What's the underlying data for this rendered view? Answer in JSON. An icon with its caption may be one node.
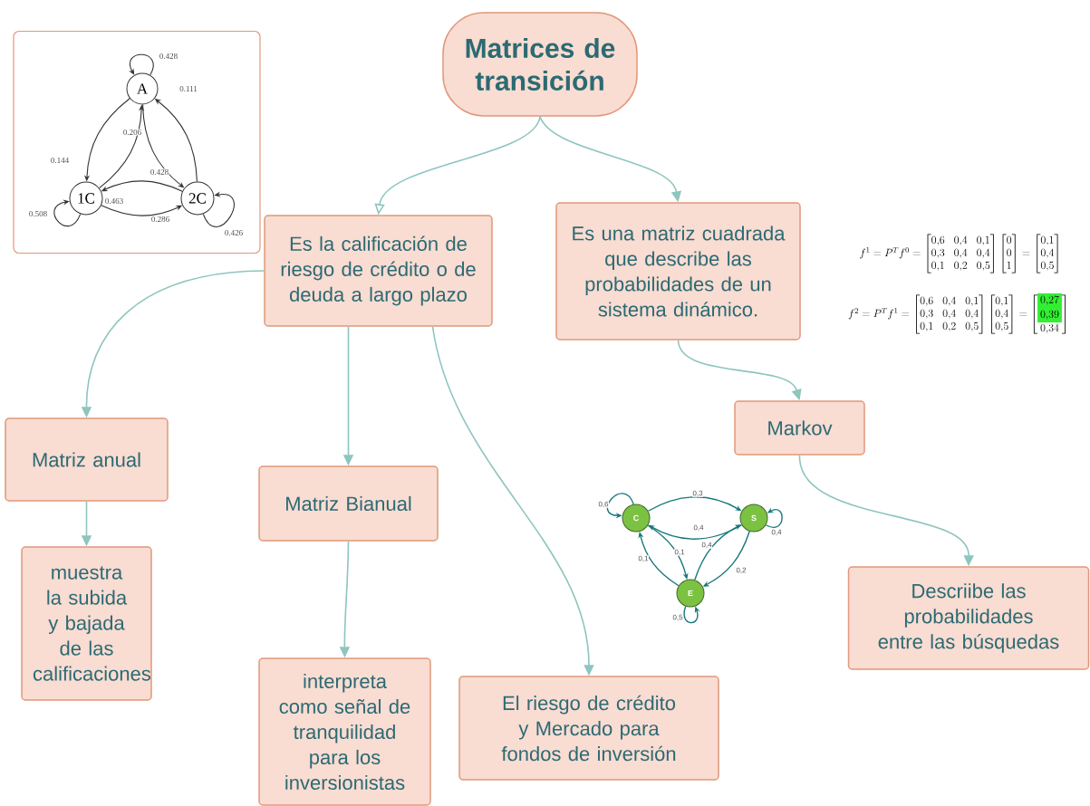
{
  "diagram": {
    "nodes": [
      {
        "text": [
          "Matrices de transición"
        ]
      },
      {
        "text": [
          "Es la calificación de riesgo de crédito o de deuda a largo plazo"
        ]
      },
      {
        "text": [
          "Es una matriz cuadrada que describe las probabilidades de un sistema dinámico."
        ]
      },
      {
        "text": [
          "Matriz anual"
        ]
      },
      {
        "text": [
          "Matriz Bianual"
        ]
      },
      {
        "text": [
          "muestra la subida y bajada de las calificaciones"
        ]
      },
      {
        "text": [
          "interpreta como señal de tranquilidad para los inversionistas"
        ]
      },
      {
        "text": [
          "El riesgo de crédito y Mercado para fondos de inversión"
        ]
      },
      {
        "text": [
          "Markov"
        ]
      },
      {
        "text": [
          "Descriibe las probabilidades entre las búsquedas"
        ]
      },
      {
        "text": [],
        "shape": "box"
      },
      {
        "text": [
          "A"
        ],
        "in": 10
      },
      {
        "text": [
          "1C"
        ],
        "in": 10
      },
      {
        "text": [
          "2C"
        ],
        "in": 10
      },
      {
        "text": [
          "C"
        ]
      },
      {
        "text": [
          "S"
        ]
      },
      {
        "text": [
          "E"
        ]
      }
    ],
    "edges": [
      {
        "from": 0,
        "to": 1,
        "arrow": "to"
      },
      {
        "from": 0,
        "to": 2,
        "arrow": "to"
      },
      {
        "from": 1,
        "to": 3,
        "arrow": "to"
      },
      {
        "from": 1,
        "to": 4,
        "arrow": "to"
      },
      {
        "from": 1,
        "to": 7,
        "arrow": "to"
      },
      {
        "from": 3,
        "to": 5,
        "arrow": "to"
      },
      {
        "from": 4,
        "to": 6,
        "arrow": "to"
      },
      {
        "from": 2,
        "to": 8,
        "arrow": "to"
      },
      {
        "from": 8,
        "to": 9,
        "arrow": "to"
      },
      {
        "from": 11,
        "to": 11,
        "arrow": "to",
        "label": "0.428",
        "color": "#333333"
      },
      {
        "from": 11,
        "to": 13,
        "arrow": "to",
        "label": "0.428",
        "color": "#333333"
      },
      {
        "from": 13,
        "to": 11,
        "arrow": "to",
        "label": "0.111",
        "color": "#333333"
      },
      {
        "from": 11,
        "to": 12,
        "arrow": "to",
        "label": "0.144",
        "color": "#333333"
      },
      {
        "from": 12,
        "to": 11,
        "arrow": "to",
        "label": "0.206",
        "color": "#333333"
      },
      {
        "from": 13,
        "to": 12,
        "arrow": "to",
        "label": "0.463",
        "color": "#333333"
      },
      {
        "from": 12,
        "to": 13,
        "arrow": "to",
        "label": "0.286",
        "color": "#333333"
      },
      {
        "from": 12,
        "to": 12,
        "arrow": "to",
        "label": "0.508",
        "color": "#333333"
      },
      {
        "from": 13,
        "to": 13,
        "arrow": "to",
        "label": "0.426",
        "color": "#333333"
      },
      {
        "from": 14,
        "to": 14,
        "arrow": "to",
        "label": "0,6",
        "color": "#17777a"
      },
      {
        "from": 14,
        "to": 15,
        "arrow": "to",
        "label": "0,3",
        "color": "#17777a"
      },
      {
        "from": 15,
        "to": 14,
        "arrow": "to",
        "label": "0,4",
        "color": "#17777a"
      },
      {
        "from": 14,
        "to": 16,
        "arrow": "to",
        "label": "0,1",
        "color": "#17777a"
      },
      {
        "from": 16,
        "to": 14,
        "arrow": "to",
        "label": "0,1",
        "color": "#17777a"
      },
      {
        "from": 16,
        "to": 15,
        "arrow": "to",
        "label": "0,4",
        "color": "#17777a"
      },
      {
        "from": 15,
        "to": 16,
        "arrow": "to",
        "label": "0,2",
        "color": "#17777a"
      },
      {
        "from": 15,
        "to": 15,
        "arrow": "to",
        "label": "0,4",
        "color": "#17777a"
      },
      {
        "from": 16,
        "to": 16,
        "arrow": "to",
        "label": "0,5",
        "color": "#17777a"
      }
    ],
    "labels": [
      "f^{1}=P^{T}f^{0}=\\begin{bmatrix}0{,}6&0{,}4&0{,}1\\\\0{,}3&0{,}4&0{,}4\\\\0{,}1&0{,}2&0{,}5\\end{bmatrix}\\begin{bmatrix}0\\\\0\\\\1\\end{bmatrix}=\\begin{bmatrix}0{,}1\\\\0{,}4\\\\0{,}5\\end{bmatrix}",
      "f^{2}=P^{T}f^{1}=\\begin{bmatrix}0{,}6&0{,}4&0{,}1\\\\0{,}3&0{,}4&0{,}4\\\\0{,}1&0{,}2&0{,}5\\end{bmatrix}\\begin{bmatrix}0{,}1\\\\0{,}4\\\\0{,}5\\end{bmatrix}=\\begin{bmatrix}\\colorbox[HTML]{33EE33}{$0{,}27$}\\\\\\colorbox[HTML]{33EE33}{$0{,}39$}\\\\0{,}34\\end{bmatrix}"
    ]
  }
}
